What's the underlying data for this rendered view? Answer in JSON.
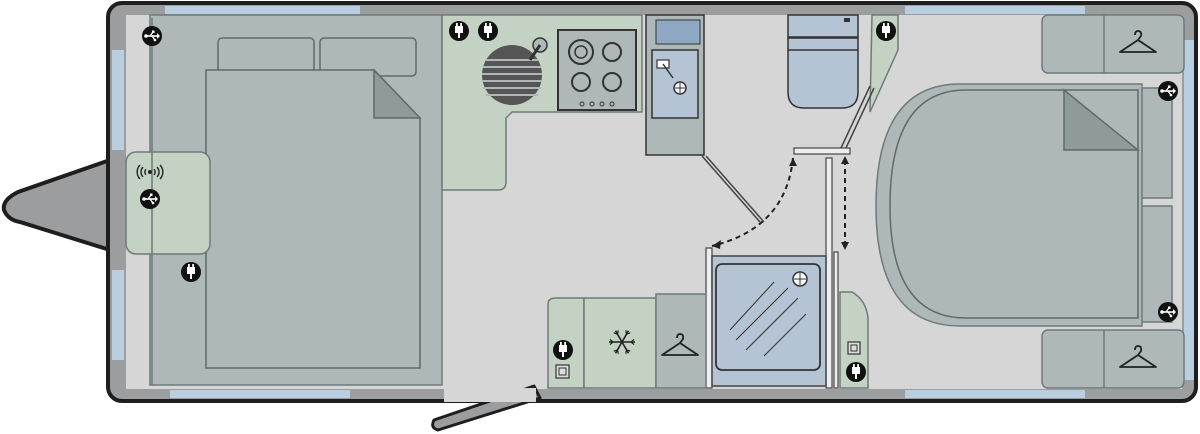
{
  "floorplan": {
    "colors": {
      "outline": "#1e1e1e",
      "shell": "#9b9d9f",
      "floor": "#d6d6d6",
      "furniture": "#aeb8b8",
      "furniture_dark": "#8f9b9b",
      "kitchen": "#c3d2c3",
      "appliance": "#b4c4d4",
      "window": "#b9cfe0",
      "icon_bg": "#111111",
      "icon_fg": "#ffffff"
    },
    "icons": {
      "socket": "plug",
      "usb": "usb",
      "wifi": "wifi",
      "fridge": "snowflake",
      "wardrobe": "hanger",
      "shower": "shower-head",
      "hob": "gas-hob",
      "sink": "sink-tap",
      "toilet": "toilet"
    },
    "glyphs": {
      "usb": "⭍",
      "wifi": "((•))",
      "snowflake": "❄"
    },
    "zones": [
      "front-bed",
      "front-seat",
      "kitchen",
      "washroom",
      "shower",
      "rear-bed",
      "wardrobe",
      "fridge",
      "entrance"
    ]
  }
}
